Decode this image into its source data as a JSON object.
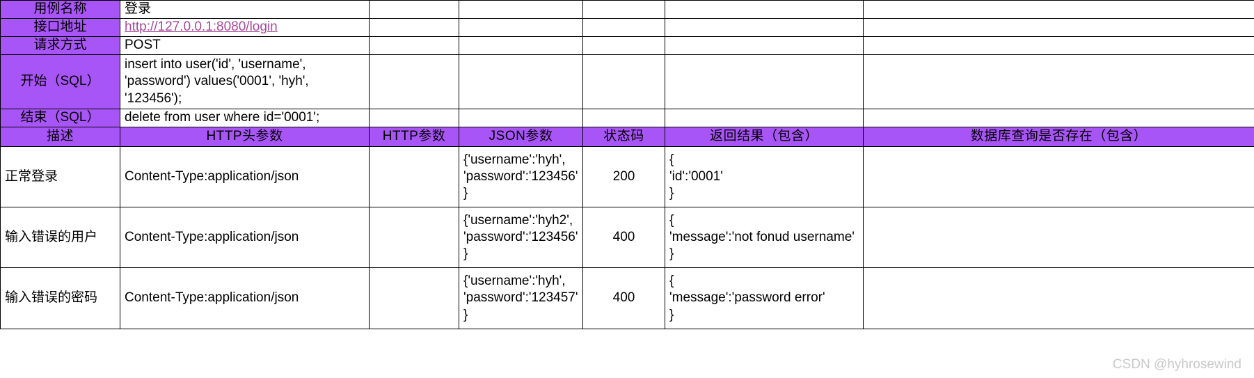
{
  "meta": {
    "watermark": "CSDN @hyhrosewind",
    "accent_color": "#a855f7",
    "link_color": "#a8499a",
    "border_color": "#000000"
  },
  "info_rows": [
    {
      "label": "用例名称",
      "value": "登录",
      "is_link": false
    },
    {
      "label": "接口地址",
      "value": "http://127.0.0.1:8080/login",
      "is_link": true
    },
    {
      "label": "请求方式",
      "value": "POST",
      "is_link": false
    },
    {
      "label": "开始（SQL）",
      "value": "insert into user('id', 'username',\n 'password') values('0001', 'hyh', '123456');",
      "is_link": false
    },
    {
      "label": "结束（SQL）",
      "value": "delete from user where id='0001';",
      "is_link": false
    }
  ],
  "table": {
    "headers": [
      "描述",
      "HTTP头参数",
      "HTTP参数",
      "JSON参数",
      "状态码",
      "返回结果（包含）",
      "数据库查询是否存在（包含）"
    ],
    "rows": [
      {
        "desc": "正常登录",
        "http_header": "Content-Type:application/json",
        "http_param": "",
        "json_param": "{'username':'hyh',\n'password':'123456'}",
        "status_code": "200",
        "response": "{\n  'id':'0001'\n}",
        "db_check": ""
      },
      {
        "desc": "输入错误的用户",
        "http_header": "Content-Type:application/json",
        "http_param": "",
        "json_param": "{'username':'hyh2',\n'password':'123456'}",
        "status_code": "400",
        "response": "{\n'message':'not fonud username'\n}",
        "db_check": ""
      },
      {
        "desc": "输入错误的密码",
        "http_header": "Content-Type:application/json",
        "http_param": "",
        "json_param": "{'username':'hyh',\n'password':'123457'}",
        "status_code": "400",
        "response": "{\n'message':'password error'\n}",
        "db_check": ""
      }
    ]
  }
}
